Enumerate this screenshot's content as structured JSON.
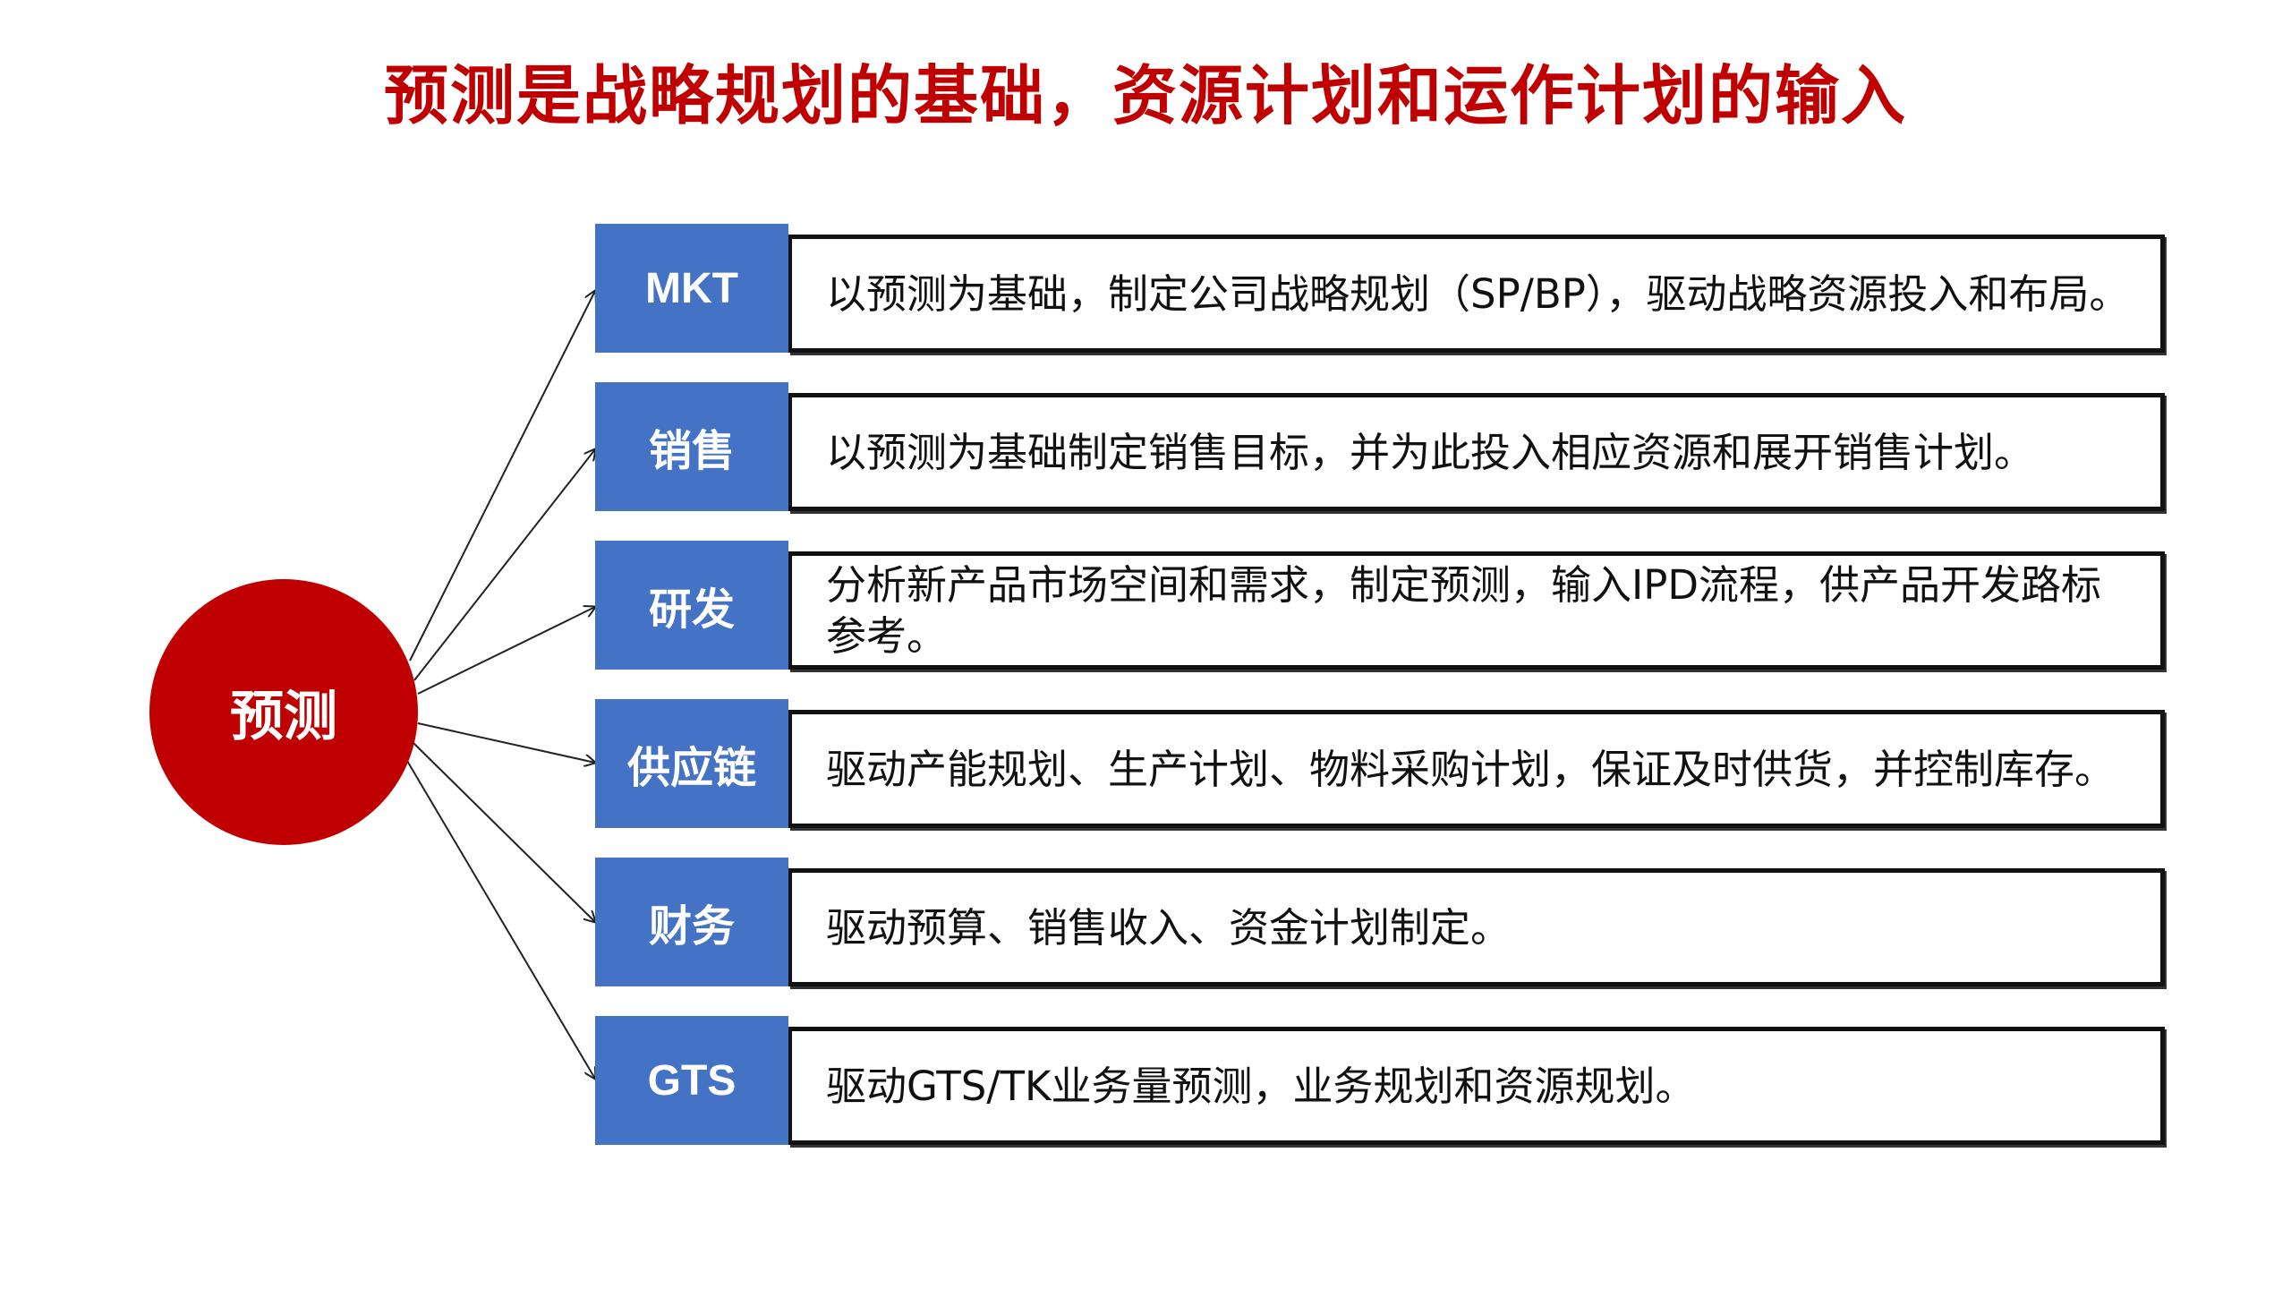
{
  "title": "预测是战略规划的基础，资源计划和运作计划的输入",
  "hub": {
    "label": "预测"
  },
  "items": [
    {
      "label": "MKT",
      "desc": "以预测为基础，制定公司战略规划（SP/BP），驱动战略资源投入和布局。"
    },
    {
      "label": "销售",
      "desc": "以预测为基础制定销售目标，并为此投入相应资源和展开销售计划。"
    },
    {
      "label": "研发",
      "desc": "分析新产品市场空间和需求，制定预测，输入IPD流程，供产品开发路标参考。"
    },
    {
      "label": "供应链",
      "desc": " 驱动产能规划、生产计划、物料采购计划，保证及时供货，并控制库存。"
    },
    {
      "label": "财务",
      "desc": " 驱动预算、销售收入、资金计划制定。"
    },
    {
      "label": "GTS",
      "desc": " 驱动GTS/TK业务量预测，业务规划和资源规划。"
    }
  ],
  "colors": {
    "title": "#c00000",
    "hub": "#c00000",
    "label_fill": "#4472c4"
  }
}
